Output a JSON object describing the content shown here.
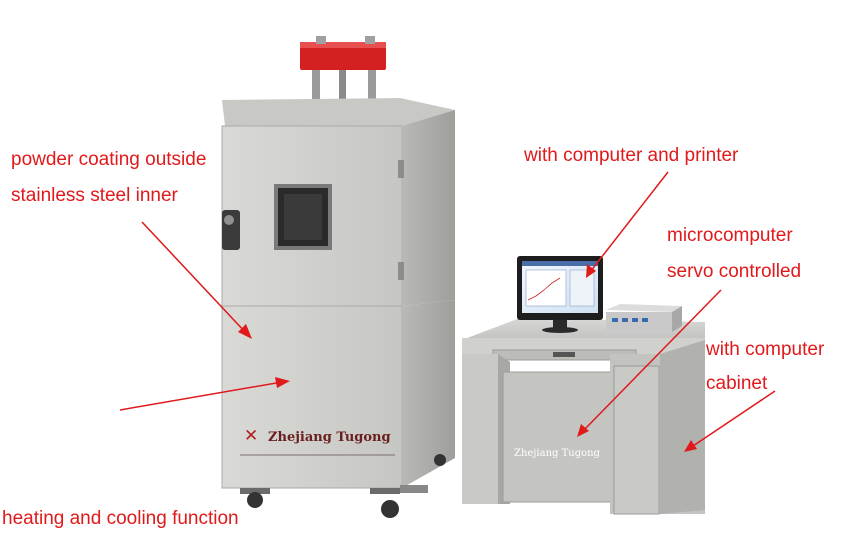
{
  "labels": {
    "powder_coating": "powder coating outside",
    "stainless_inner": "stainless steel inner",
    "computer_printer": "with computer and printer",
    "microcomputer": "microcomputer",
    "servo": "servo controlled",
    "with_computer": "with computer",
    "cabinet": "cabinet",
    "heating_cooling": "heating and cooling function"
  },
  "brand": {
    "chamber_text": "Zhejiang Tugong",
    "desk_text": "Zhejiang Tugong"
  },
  "colors": {
    "annotation": "#e0191b",
    "frame_red": "#d42020",
    "body_gray": "#cfcfcc"
  }
}
